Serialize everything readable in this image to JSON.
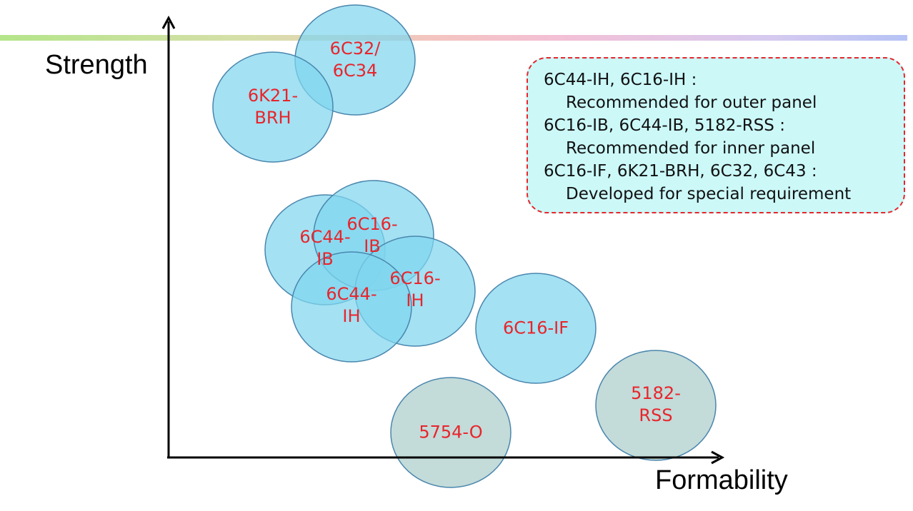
{
  "axes": {
    "y_label": "Strength",
    "x_label": "Formability"
  },
  "colors": {
    "bubble_fill": "#7fd6ee",
    "bubble_fill_gray": "#b9d5d2",
    "bubble_stroke": "#4a86ad",
    "label": "#e8252b",
    "legend_bg": "#ccf8f8",
    "legend_border": "#e8252b"
  },
  "bubbles": [
    {
      "id": "6c32-6c34",
      "lines": [
        "6C32/",
        "6C34"
      ],
      "fill": "blue"
    },
    {
      "id": "6k21-brh",
      "lines": [
        "6K21-",
        "BRH"
      ],
      "fill": "blue"
    },
    {
      "id": "6c44-ib",
      "lines": [
        "6C44-",
        "IB"
      ],
      "fill": "blue"
    },
    {
      "id": "6c16-ib",
      "lines": [
        "6C16-",
        "IB"
      ],
      "fill": "blue"
    },
    {
      "id": "6c16-ih",
      "lines": [
        "6C16-",
        "IH"
      ],
      "fill": "blue"
    },
    {
      "id": "6c44-ih",
      "lines": [
        "6C44-",
        "IH"
      ],
      "fill": "blue"
    },
    {
      "id": "6c16-if",
      "lines": [
        "6C16-IF"
      ],
      "fill": "blue"
    },
    {
      "id": "5754-o",
      "lines": [
        "5754-O"
      ],
      "fill": "gray"
    },
    {
      "id": "5182-rss",
      "lines": [
        "5182-",
        "RSS"
      ],
      "fill": "gray"
    }
  ],
  "legend": [
    {
      "text": "6C44-IH, 6C16-IH :",
      "indent": false
    },
    {
      "text": "Recommended for outer panel",
      "indent": true
    },
    {
      "text": "6C16-IB, 6C44-IB, 5182-RSS :",
      "indent": false
    },
    {
      "text": "Recommended for inner panel",
      "indent": true
    },
    {
      "text": "6C16-IF, 6K21-BRH, 6C32, 6C43 :",
      "indent": false
    },
    {
      "text": "Developed for special requirement",
      "indent": true
    }
  ]
}
